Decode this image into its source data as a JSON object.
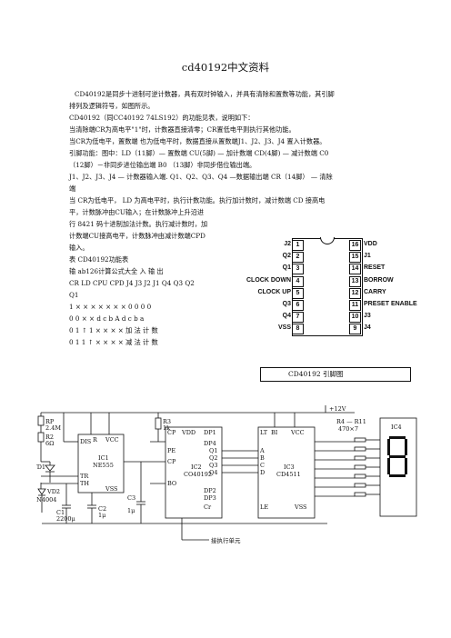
{
  "title": "cd40192中文资料",
  "intro": {
    "line1": "CD40192是同步十进制可逆计数器，具有双时钟输入，并具有清除和置数等功能，其引脚",
    "line2": "排列及逻辑符号，如图所示。",
    "line3": "CD40192（同CC40192 74LS192）的功能见表，说明如下：",
    "line4": "当清除端CR为高电平\"1\"时，计数器直接清零；CR置低电平则执行其他功能。",
    "line5": "当CR为低电平，置数端  也为低电平时，数据直接从置数端J1、J2、J3、J4 置入计数器。"
  },
  "pins_text": {
    "line1": "引脚功能：图中：LD（11脚）—  置数端  CU(5脚)  —  加计数端  CD(4脚)  —  减计数端    C0",
    "line2": "（12脚）－非同步进位输出端  B0  （13脚）非同步借位输出端。",
    "line3": "J1、J2、J3、J4  —  计数器输入端. Q1、Q2、Q3、Q4 —数据输出端  CR（14脚）  —  清除",
    "line4": "端",
    "line5": "当 CR为低电平，  LD  为高电平时，执行计数功能。执行加计数时，减计数端 CD 接高电",
    "line6": "平，计数脉冲由CU输入；在计数脉冲上升沿进",
    "line7": "行 8421 码十进制加法计数。执行减计数时，加",
    "line8": "计数端CU接高电平，计数脉冲由减计数端CPD",
    "line9": "输入。",
    "line10": "表  CD40192功能表",
    "line11": "输  ab126计算公式大全    入      输          出",
    "line12": "CR  LD  CPU    CPD    J4    J3    J2  J1  Q4  Q3  Q2",
    "line13": "Q1",
    "line14": "1 ×    ×   ×   ×   ×   ×   ×    0 0 0 0",
    "line15": "0 0 ×   ×    d c b A d c b a",
    "line16": "0 1   ↑    1   ×    ×    ×    ×    加  法  计    数",
    "line17": "0 1 1   ↑    ×    ×    ×    ×    减  法  计    数"
  },
  "pin_diagram": {
    "left": [
      {
        "name": "J2",
        "num": "1"
      },
      {
        "name": "Q2",
        "num": "2"
      },
      {
        "name": "Q1",
        "num": "3"
      },
      {
        "name": "CLOCK DOWN",
        "num": "4"
      },
      {
        "name": "CLOCK UP",
        "num": "5"
      },
      {
        "name": "Q3",
        "num": "6"
      },
      {
        "name": "Q4",
        "num": "7"
      },
      {
        "name": "VSS",
        "num": "8"
      }
    ],
    "right": [
      {
        "name": "VDD",
        "num": "16"
      },
      {
        "name": "J1",
        "num": "15"
      },
      {
        "name": "RESET",
        "num": "14"
      },
      {
        "name": "BORROW",
        "num": "13"
      },
      {
        "name": "CARRY",
        "num": "12"
      },
      {
        "name": "PRESET ENABLE",
        "num": "11"
      },
      {
        "name": "J3",
        "num": "10"
      },
      {
        "name": "J4",
        "num": "9"
      }
    ],
    "caption": "CD40192  引脚图"
  },
  "schematic": {
    "rp": "RP",
    "rp_val": "2.4M",
    "r2": "R2",
    "r2_val": "6Ω",
    "vd1": "VD1",
    "vd2": "VD2",
    "vd2_model": "1N4004",
    "c1": "C1",
    "c1_val": "2200μ",
    "c2": "C2",
    "c2_val": "1μ",
    "c3": "C3",
    "c3_val": "1μ",
    "r3": "R3",
    "r3_val": "1k",
    "ic1": "IC1",
    "ic1_model": "NE555",
    "ic2": "IC2",
    "ic2_model": "CO40192",
    "ic3": "IC3",
    "ic3_model": "CD4511",
    "ic4": "IC4",
    "vcc": "+12V",
    "r4": "R4 — R11",
    "r4_val": "470×7",
    "note": "接执行单元",
    "pins_555": [
      "DIS",
      "R",
      "VCC",
      "TR",
      "TH",
      "VSS"
    ],
    "pins_192": [
      "CP",
      "VDD",
      "DP1",
      "PE",
      "DP4",
      "CP",
      "Q1",
      "Q2",
      "Q3",
      "Q4",
      "BO",
      "DP2",
      "DP3",
      "Cr"
    ],
    "pins_4511": [
      "LT",
      "BI",
      "VCC",
      "A",
      "B",
      "C",
      "D",
      "LE",
      "VSS"
    ]
  }
}
